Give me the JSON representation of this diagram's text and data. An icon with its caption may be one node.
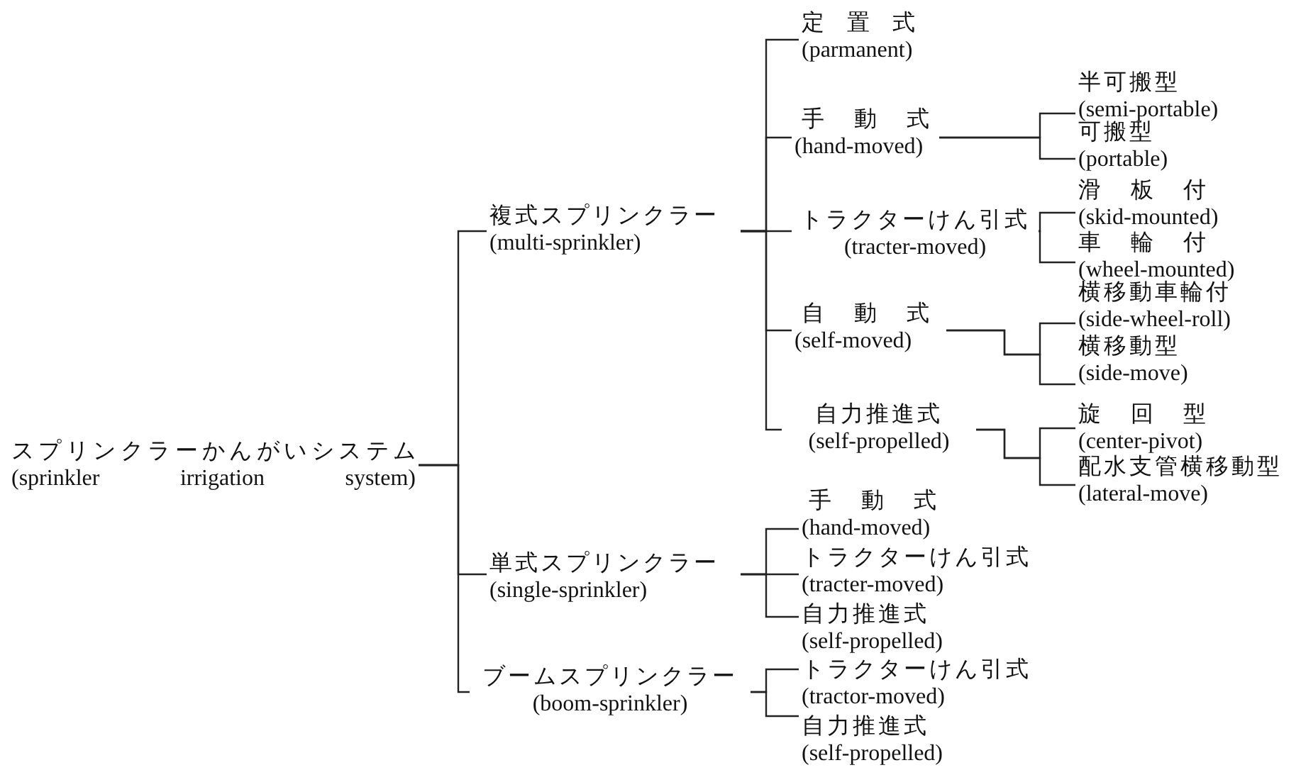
{
  "diagram": {
    "nodes": [
      {
        "text": [
          "スプリンクラーかんがいシステム",
          "(sprinkler irrigation system)"
        ]
      },
      {
        "text": [
          "複式スプリンクラー",
          "(multi-sprinkler)"
        ]
      },
      {
        "text": [
          "定置式",
          "(parmanent)"
        ]
      },
      {
        "text": [
          "手動式",
          "(hand-moved)"
        ]
      },
      {
        "text": [
          "半可搬型",
          "(semi-portable)"
        ]
      },
      {
        "text": [
          "可搬型",
          "(portable)"
        ]
      },
      {
        "text": [
          "トラクターけん引式",
          "(tracter-moved)"
        ]
      },
      {
        "text": [
          "滑板付",
          "(skid-mounted)"
        ]
      },
      {
        "text": [
          "車輪付",
          "(wheel-mounted)"
        ]
      },
      {
        "text": [
          "自動式",
          "(self-moved)"
        ]
      },
      {
        "text": [
          "横移動車輪付",
          "(side-wheel-roll)"
        ]
      },
      {
        "text": [
          "横移動型",
          "(side-move)"
        ]
      },
      {
        "text": [
          "自力推進式",
          "(self-propelled)"
        ]
      },
      {
        "text": [
          "旋回型",
          "(center-pivot)"
        ]
      },
      {
        "text": [
          "配水支管横移動型",
          "(lateral-move)"
        ]
      },
      {
        "text": [
          "単式スプリンクラー",
          "(single-sprinkler)"
        ]
      },
      {
        "text": [
          "手動式",
          "(hand-moved)"
        ]
      },
      {
        "text": [
          "トラクターけん引式",
          "(tracter-moved)"
        ]
      },
      {
        "text": [
          "自力推進式",
          "(self-propelled)"
        ]
      },
      {
        "text": [
          "ブームスプリンクラー",
          "(boom-sprinkler)"
        ]
      },
      {
        "text": [
          "トラクターけん引式",
          "(tractor-moved)"
        ]
      },
      {
        "text": [
          "自力推進式",
          "(self-propelled)"
        ]
      }
    ],
    "edges": [
      {
        "from": 0,
        "to": 1,
        "arrow": "none"
      },
      {
        "from": 0,
        "to": 15,
        "arrow": "none"
      },
      {
        "from": 0,
        "to": 19,
        "arrow": "none"
      },
      {
        "from": 1,
        "to": 2,
        "arrow": "none"
      },
      {
        "from": 1,
        "to": 3,
        "arrow": "none"
      },
      {
        "from": 1,
        "to": 6,
        "arrow": "none"
      },
      {
        "from": 1,
        "to": 9,
        "arrow": "none"
      },
      {
        "from": 1,
        "to": 12,
        "arrow": "none"
      },
      {
        "from": 3,
        "to": 4,
        "arrow": "none"
      },
      {
        "from": 3,
        "to": 5,
        "arrow": "none"
      },
      {
        "from": 6,
        "to": 7,
        "arrow": "none"
      },
      {
        "from": 6,
        "to": 8,
        "arrow": "none"
      },
      {
        "from": 9,
        "to": 10,
        "arrow": "none"
      },
      {
        "from": 9,
        "to": 11,
        "arrow": "none"
      },
      {
        "from": 12,
        "to": 13,
        "arrow": "none"
      },
      {
        "from": 12,
        "to": 14,
        "arrow": "none"
      },
      {
        "from": 15,
        "to": 16,
        "arrow": "none"
      },
      {
        "from": 15,
        "to": 17,
        "arrow": "none"
      },
      {
        "from": 15,
        "to": 18,
        "arrow": "none"
      },
      {
        "from": 19,
        "to": 20,
        "arrow": "none"
      },
      {
        "from": 19,
        "to": 21,
        "arrow": "none"
      }
    ]
  }
}
